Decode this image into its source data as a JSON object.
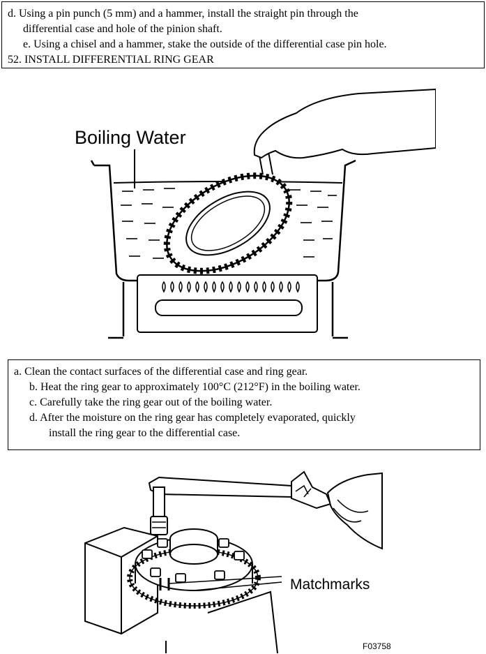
{
  "top_box": {
    "line_d1": "d. Using a pin punch (5 mm) and a hammer, install the straight pin through the",
    "line_d2": "differential case and hole of the pinion shaft.",
    "line_e": "e. Using a chisel and a hammer, stake the outside of the differential case pin hole.",
    "line_52": "52. INSTALL DIFFERENTIAL RING GEAR"
  },
  "figure1": {
    "label": "Boiling Water"
  },
  "mid_box": {
    "a": "a. Clean the contact surfaces of the differential case and ring gear.",
    "b": "b. Heat the ring gear to approximately 100°C (212°F) in the boiling water.",
    "c": "c. Carefully take the ring gear out of the boiling water.",
    "d1": "d. After the moisture on the ring gear has completely evaporated, quickly",
    "d2": "install the ring gear to the differential case."
  },
  "figure2": {
    "label": "Matchmarks",
    "code": "F03758"
  }
}
